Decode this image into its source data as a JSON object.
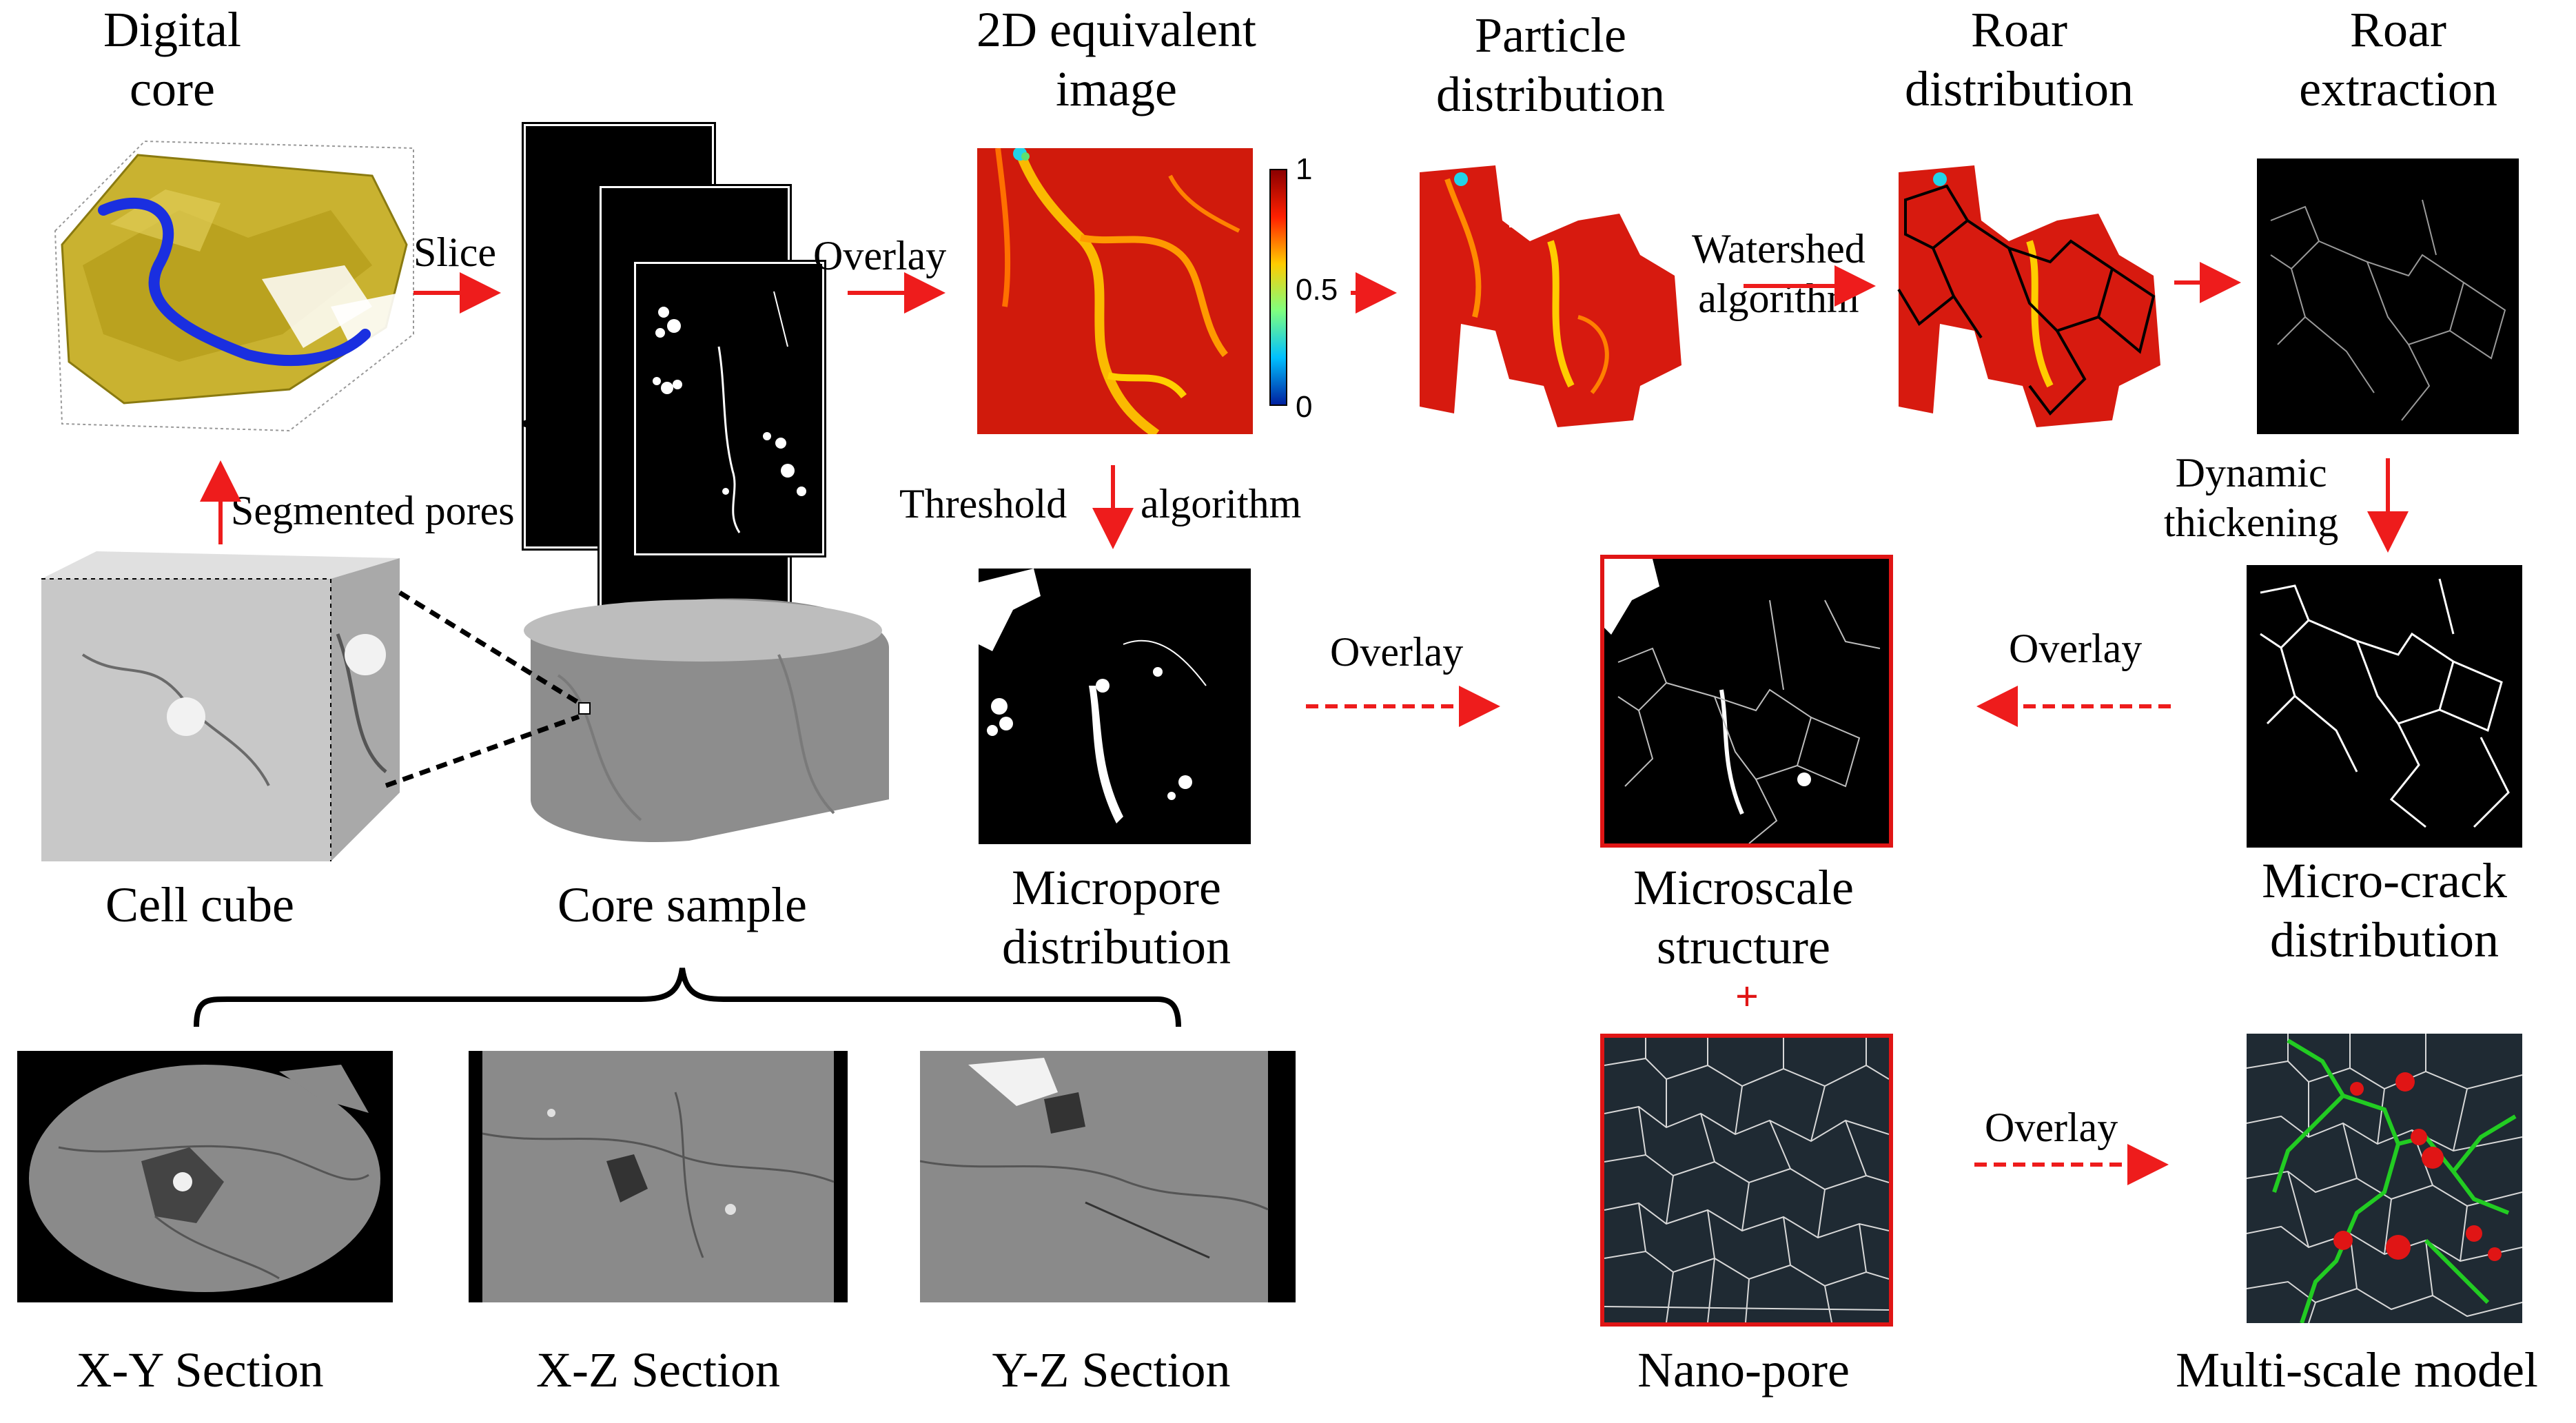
{
  "labels": {
    "digital_core": "Digital\ncore",
    "equivalent_image": "2D equivalent\nimage",
    "particle_distribution": "Particle\ndistribution",
    "roar_distribution": "Roar\ndistribution",
    "roar_extraction": "Roar\nextraction",
    "cell_cube": "Cell cube",
    "core_sample": "Core sample",
    "micropore_distribution": "Micropore\ndistribution",
    "microscale_structure": "Microscale\nstructure",
    "microcrack_distribution": "Micro-crack\ndistribution",
    "xy_section": "X-Y Section",
    "xz_section": "X-Z Section",
    "yz_section": "Y-Z Section",
    "nano_pore": "Nano-pore",
    "multiscale_model": "Multi-scale model"
  },
  "arrows": {
    "slice": "Slice",
    "overlay_1": "Overlay",
    "watershed": "Watershed\nalgorithm",
    "segmented_pores": "Segmented pores",
    "threshold": "Threshold",
    "algorithm": "algorithm",
    "dynamic_thickening": "Dynamic\nthickening",
    "overlay_2": "Overlay",
    "overlay_3": "Overlay",
    "overlay_4": "Overlay",
    "plus": "+",
    "ellipsis": "..."
  },
  "colorbar": {
    "ticks": [
      "1",
      "0.5",
      "0"
    ]
  },
  "colors": {
    "arrow": "#ee1c1c",
    "core_yellow": "#c9b230",
    "flow_path": "#1a2fe0",
    "nano_bg": "#1f2a33",
    "frame_red": "#e01515",
    "crack_green": "#22cc22"
  }
}
